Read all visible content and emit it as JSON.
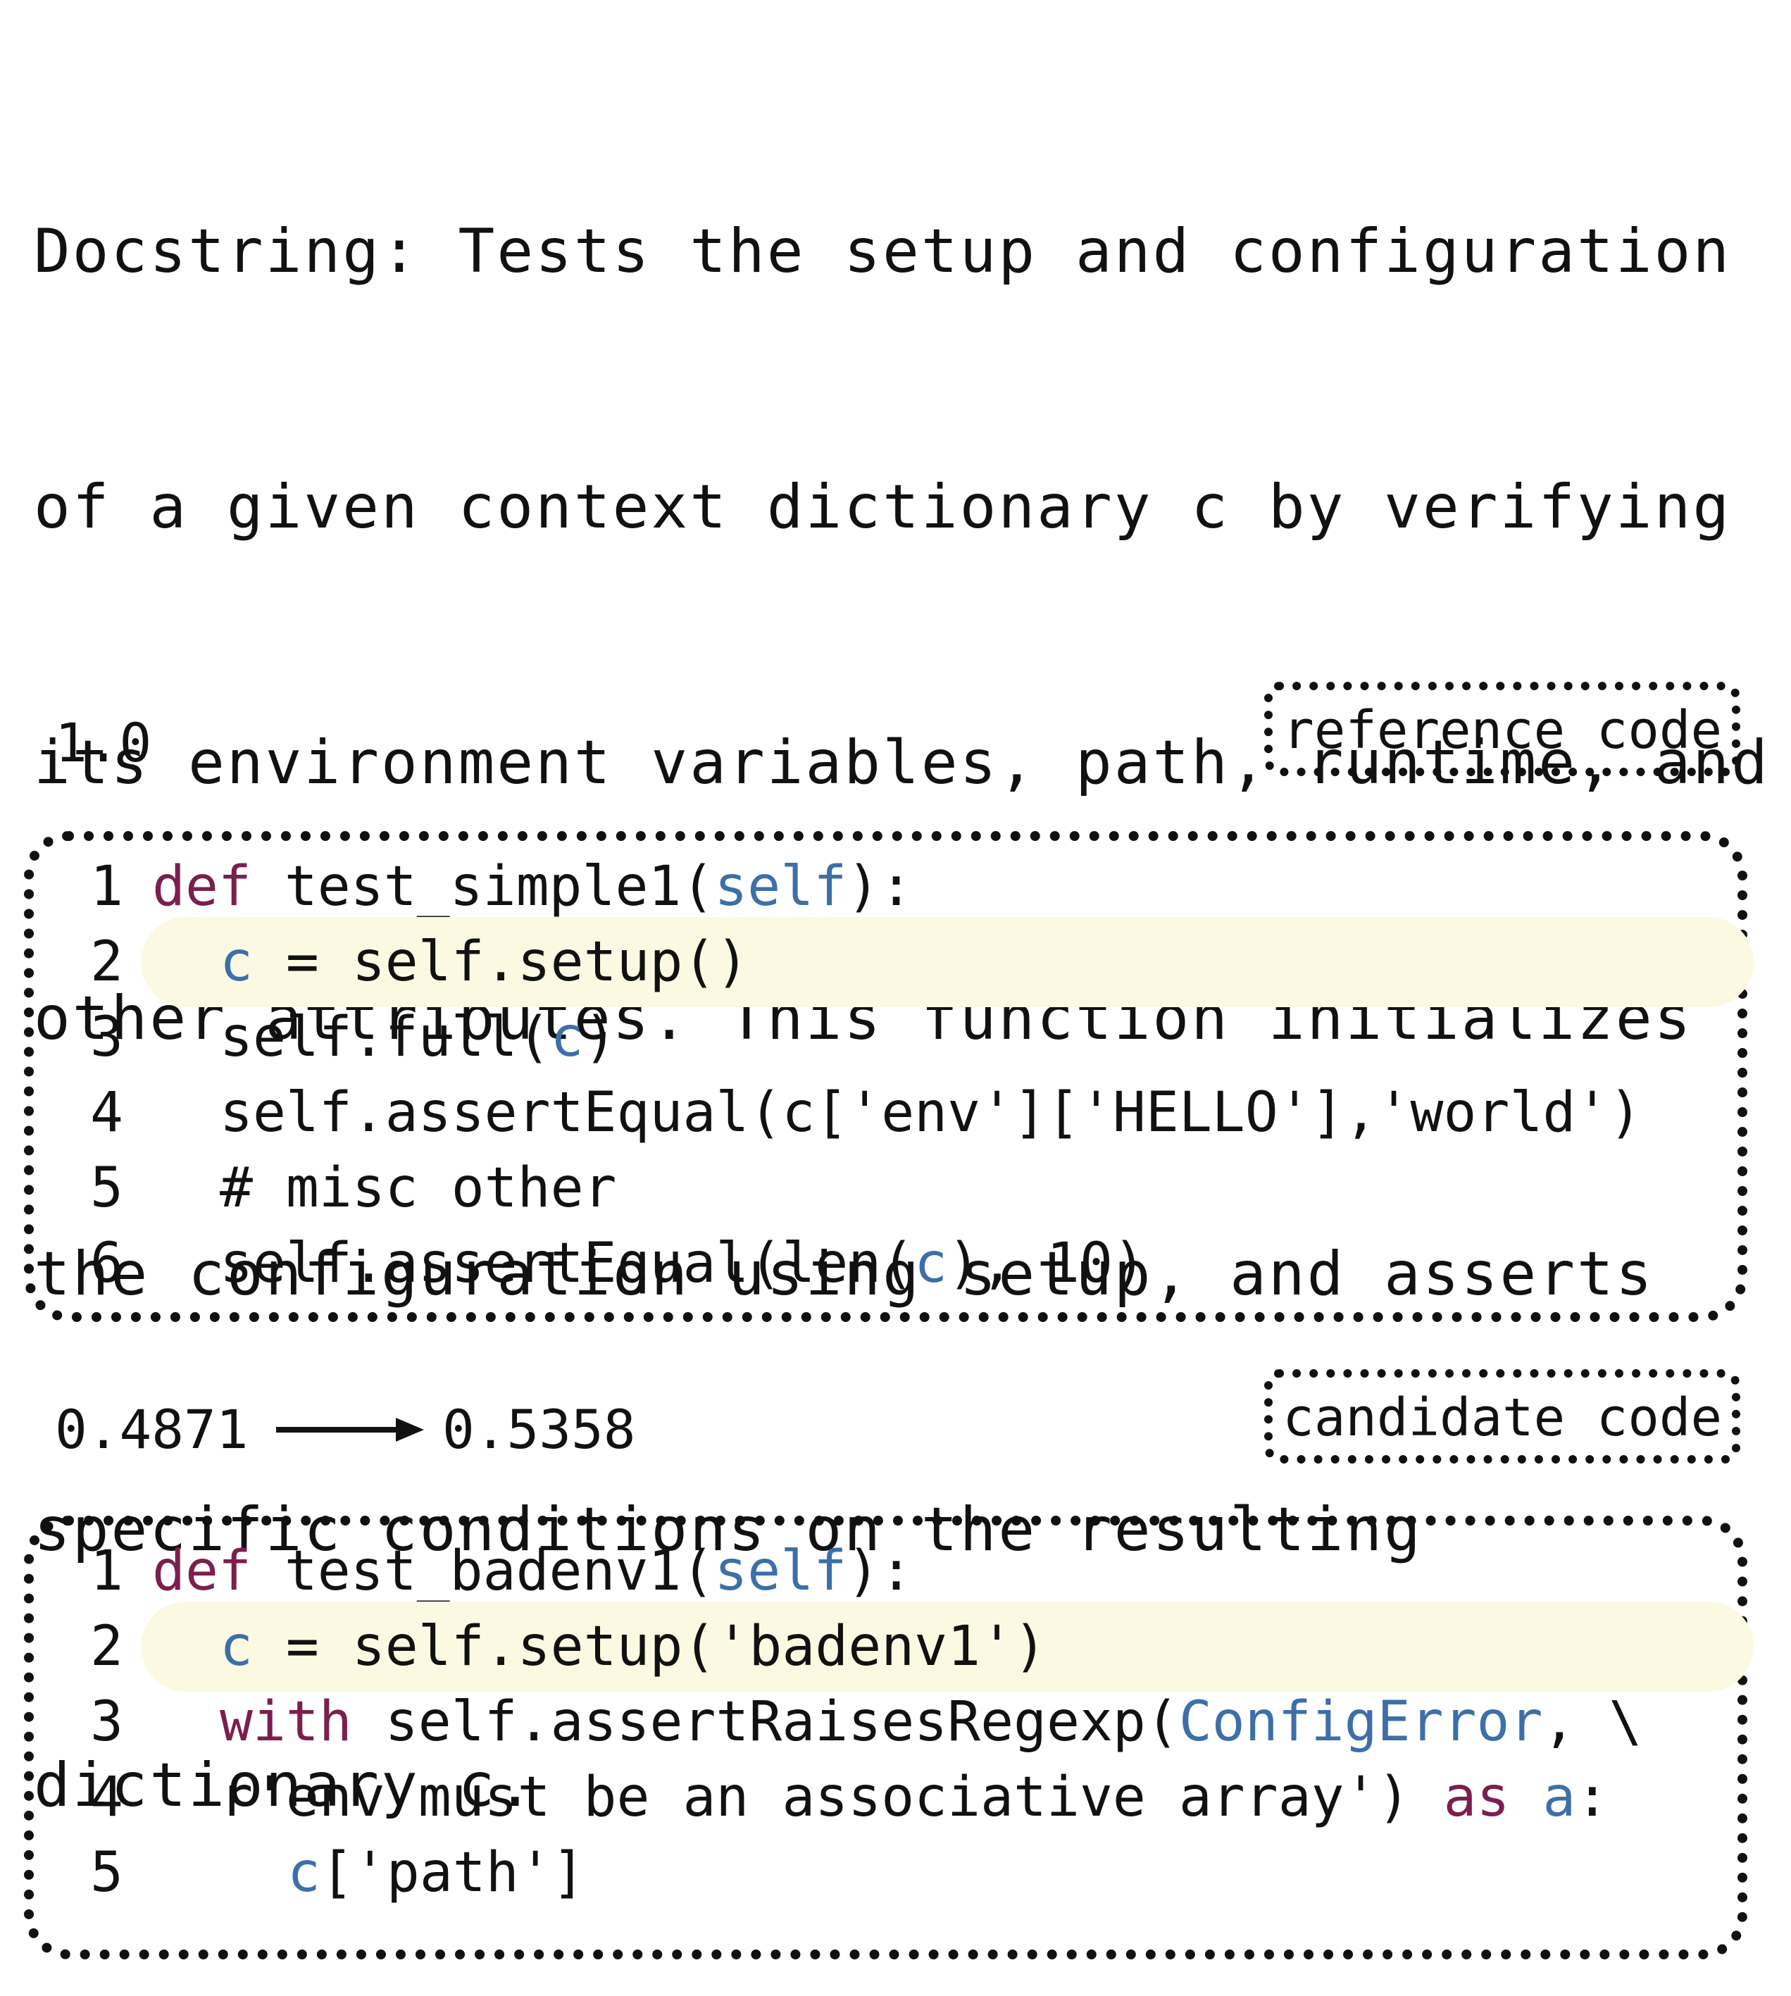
{
  "docstring_lines": [
    "Docstring: Tests the setup and configuration",
    "of a given context dictionary c by verifying",
    "its environment variables, path, runtime, and",
    "other attributes. This function initializes",
    "the configuration using setup, and asserts",
    "specific conditions on the resulting",
    "dictionary c."
  ],
  "reference": {
    "score": "1.0",
    "tag": "reference code",
    "lines": [
      {
        "num": "1",
        "tokens": [
          {
            "t": "def",
            "c": "kw"
          },
          {
            "t": " test_simple1(",
            "c": ""
          },
          {
            "t": "self",
            "c": "var"
          },
          {
            "t": "):",
            "c": ""
          }
        ],
        "indent": 0
      },
      {
        "num": "2",
        "tokens": [
          {
            "t": "c",
            "c": "var"
          },
          {
            "t": " = self.setup()",
            "c": ""
          }
        ],
        "indent": 1,
        "highlight": true
      },
      {
        "num": "3",
        "tokens": [
          {
            "t": "self.full(",
            "c": ""
          },
          {
            "t": "c",
            "c": "var"
          },
          {
            "t": ")",
            "c": ""
          }
        ],
        "indent": 1
      },
      {
        "num": "4",
        "tokens": [
          {
            "t": "self.assertEqual(c['env']['HELLO'],'world')",
            "c": ""
          }
        ],
        "indent": 1
      },
      {
        "num": "5",
        "tokens": [
          {
            "t": "# misc other",
            "c": ""
          }
        ],
        "indent": 1
      },
      {
        "num": "6",
        "tokens": [
          {
            "t": "self.assertEqual(len(",
            "c": ""
          },
          {
            "t": "c",
            "c": "var"
          },
          {
            "t": "), 10)",
            "c": ""
          }
        ],
        "indent": 1
      }
    ]
  },
  "candidate": {
    "score_before": "0.4871",
    "score_after": "0.5358",
    "tag": "candidate code",
    "lines": [
      {
        "num": "1",
        "tokens": [
          {
            "t": "def",
            "c": "kw"
          },
          {
            "t": " test_badenv1(",
            "c": ""
          },
          {
            "t": "self",
            "c": "var"
          },
          {
            "t": "):",
            "c": ""
          }
        ],
        "indent": 0
      },
      {
        "num": "2",
        "tokens": [
          {
            "t": "c",
            "c": "var"
          },
          {
            "t": " = self.setup('badenv1')",
            "c": ""
          }
        ],
        "indent": 1,
        "highlight": true
      },
      {
        "num": "3",
        "tokens": [
          {
            "t": "with",
            "c": "kw"
          },
          {
            "t": " self.assertRaisesRegexp(",
            "c": ""
          },
          {
            "t": "ConfigError",
            "c": "var"
          },
          {
            "t": ", \\",
            "c": ""
          }
        ],
        "indent": 1
      },
      {
        "num": "4",
        "tokens": [
          {
            "t": "r'env must be an associative array') ",
            "c": ""
          },
          {
            "t": "as",
            "c": "kw"
          },
          {
            "t": " ",
            "c": ""
          },
          {
            "t": "a",
            "c": "var"
          },
          {
            "t": ":",
            "c": ""
          }
        ],
        "indent": 1
      },
      {
        "num": "5",
        "tokens": [
          {
            "t": "c",
            "c": "var"
          },
          {
            "t": "['path']",
            "c": ""
          }
        ],
        "indent": 2
      }
    ]
  },
  "colors": {
    "keyword": "#7a1f4e",
    "variable": "#3d6fa8",
    "highlight": "#fbf9e2"
  }
}
